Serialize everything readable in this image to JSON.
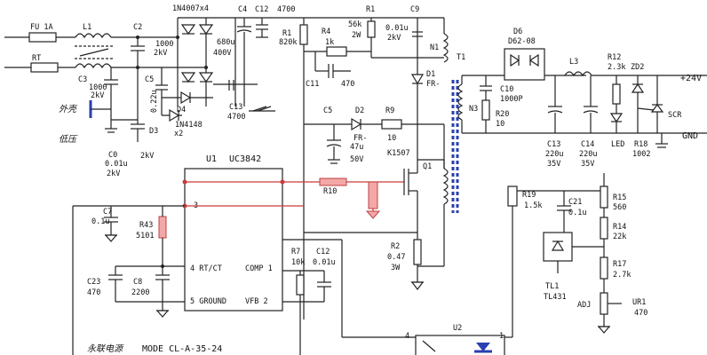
{
  "labels": {
    "fu": "FU 1A",
    "rt": "RT",
    "l1": "L1",
    "c2": "C2",
    "c2v1": "1000",
    "c2v2": "2kV",
    "c3": "C3",
    "c3v1": "1000",
    "c3v2": "2kV",
    "waike": "外壳",
    "c5": "C5",
    "c5v": "0.22u",
    "d4": "D4",
    "d4v": "1N4148",
    "d3": "D3",
    "d3v": "x2",
    "bridge": "1N4007x4",
    "c4": "C4",
    "c4v1": "680u",
    "c4v2": "400V",
    "c12top": "C12",
    "c12topv": "4700",
    "c13": "C13",
    "c13v": "4700",
    "diya": "低压",
    "c0": "C0",
    "c0v1": "0.01u",
    "c0v2": "2kV",
    "c0v3": "2kV",
    "r1": "R1",
    "r1v": "820k",
    "r4": "R4",
    "r4v": "1k",
    "r56": "56k",
    "r56v": "2W",
    "c9": "C9",
    "c9v1": "0.01u",
    "c9v2": "2kV",
    "c11": "C11",
    "c11v": "470",
    "n1": "N1",
    "d1": "D1",
    "d1v": "FR-",
    "t1": "T1",
    "c5b": "C5",
    "c5bv1": "47u",
    "c5bv2": "50V",
    "d2": "D2",
    "d2v": "FR-",
    "r9": "R9",
    "r9v": "10",
    "u1": "U1",
    "u1v": "UC3842",
    "k1507": "K1507",
    "q1": "Q1",
    "r10": "R10",
    "pin3": "3",
    "pin4": "4 RT/CT",
    "pin5": "5 GROUND",
    "comp": "COMP 1",
    "vfb": "VFB 2",
    "c7": "C7",
    "c7v": "0.1u",
    "r43": "R43",
    "r43v": "5101",
    "c23": "C23",
    "c23v": "470",
    "c8": "C8",
    "c8v": "2200",
    "r7": "R7",
    "r7v": "10k",
    "c12": "C12",
    "c12v": "0.01u",
    "r2": "R2",
    "r2v1": "0.47",
    "r2v2": "3W",
    "d6": "D6",
    "d6v": "D62-08",
    "l3": "L3",
    "c10": "C10",
    "c10v": "1000P",
    "n3": "N3",
    "r20": "R20",
    "r20v": "10",
    "c13b": "C13",
    "c13bv1": "220u",
    "c13bv2": "35V",
    "c14": "C14",
    "c14v1": "220u",
    "c14v2": "35V",
    "r12": "R12",
    "r12v": "2.3k",
    "zd2": "ZD2",
    "scr": "SCR",
    "led": "LED",
    "r18": "R18",
    "r18v": "1002",
    "out": "+24V",
    "gnd": "GND",
    "r19": "R19",
    "r19v": "1.5k",
    "c21": "C21",
    "c21v": "0.1u",
    "r15": "R15",
    "r15v": "560",
    "r14": "R14",
    "r14v": "22k",
    "r17": "R17",
    "r17v": "2.7k",
    "tl1": "TL1",
    "tl1v": "TL431",
    "adj": "ADJ",
    "ur1": "UR1",
    "ur1v": "470",
    "u2": "U2",
    "pin4b": "4",
    "pin1b": "1",
    "footer_brand": "永联电源",
    "footer_model": "MODE CL-A-35-24"
  }
}
